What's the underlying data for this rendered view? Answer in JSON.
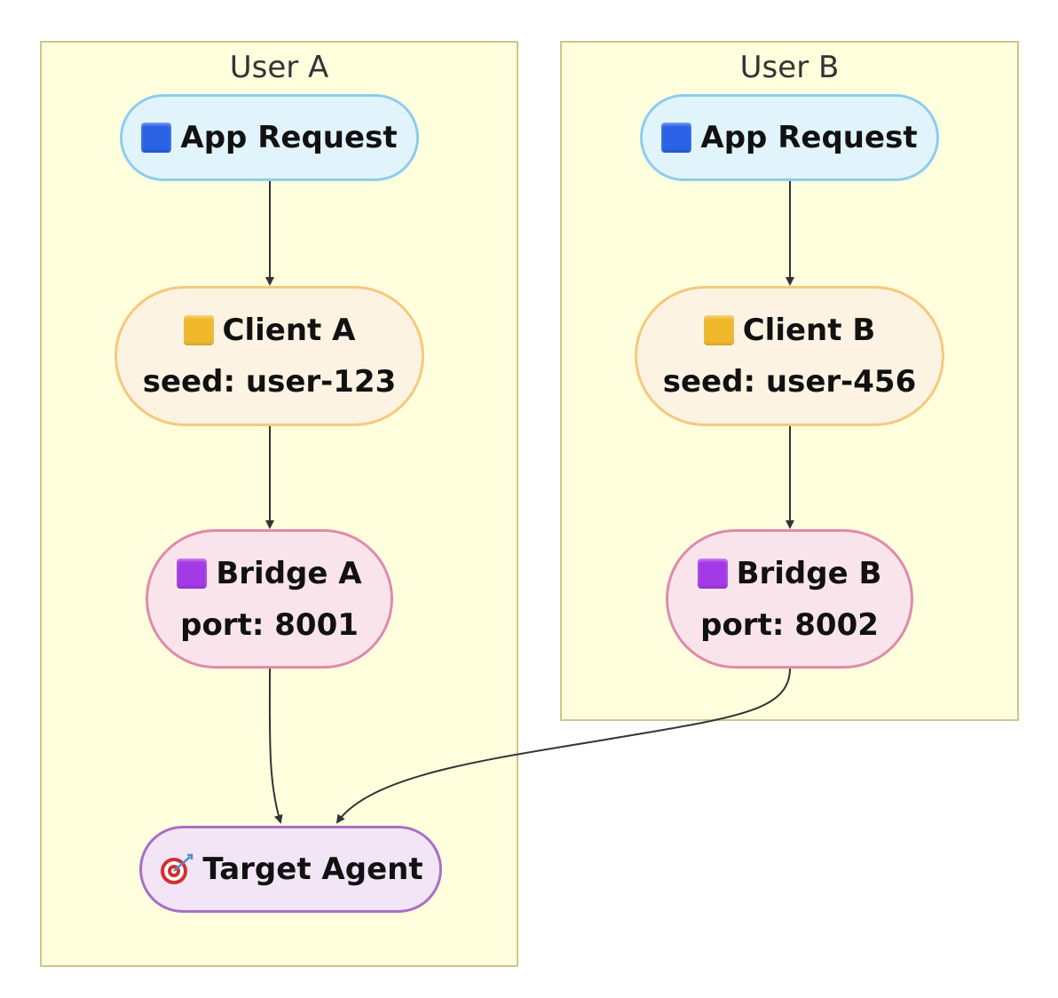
{
  "clusters": {
    "user_a": {
      "title": "User A"
    },
    "user_b": {
      "title": "User B"
    }
  },
  "nodes": {
    "app_request_a": {
      "label": "App Request",
      "icon": "blue-square-icon"
    },
    "client_a": {
      "label": "Client A",
      "detail": "seed: user-123",
      "icon": "yellow-square-icon"
    },
    "bridge_a": {
      "label": "Bridge A",
      "detail": "port: 8001",
      "icon": "purple-square-icon"
    },
    "app_request_b": {
      "label": "App Request",
      "icon": "blue-square-icon"
    },
    "client_b": {
      "label": "Client B",
      "detail": "seed: user-456",
      "icon": "yellow-square-icon"
    },
    "bridge_b": {
      "label": "Bridge B",
      "detail": "port: 8002",
      "icon": "purple-square-icon"
    },
    "target_agent": {
      "label": "Target Agent",
      "icon": "dart-target-icon"
    }
  },
  "edges": [
    {
      "from": "app_request_a",
      "to": "client_a"
    },
    {
      "from": "client_a",
      "to": "bridge_a"
    },
    {
      "from": "bridge_a",
      "to": "target_agent"
    },
    {
      "from": "app_request_b",
      "to": "client_b"
    },
    {
      "from": "client_b",
      "to": "bridge_b"
    },
    {
      "from": "bridge_b",
      "to": "target_agent"
    }
  ],
  "colors": {
    "cluster_fill": "#ffffde",
    "cluster_border": "#c9c98a",
    "app_fill": "#e1f4fc",
    "app_border": "#8ccdf0",
    "client_fill": "#fdf3e3",
    "client_border": "#f5c97d",
    "bridge_fill": "#fae4ec",
    "bridge_border": "#e08aab",
    "target_fill": "#f2e5f6",
    "target_border": "#a86fc4",
    "edge": "#333333"
  }
}
